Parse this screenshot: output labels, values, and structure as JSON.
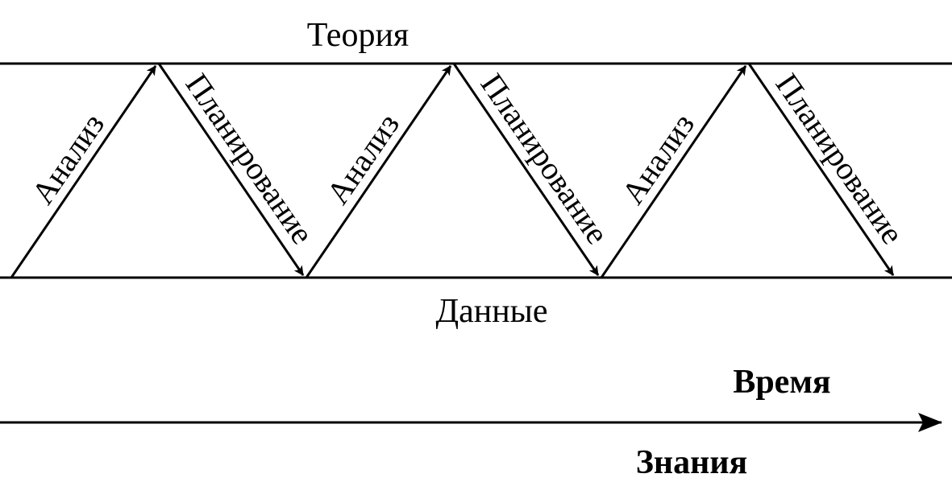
{
  "labels": {
    "top": "Теория",
    "bottom": "Данные",
    "time": "Время",
    "knowledge": "Знания"
  },
  "cycle_labels": {
    "up": "Анализ",
    "down": "Планирование"
  },
  "cycles": [
    {
      "up": "Анализ",
      "down": "Планирование"
    },
    {
      "up": "Анализ",
      "down": "Планирование"
    },
    {
      "up": "Анализ",
      "down": "Планирование"
    }
  ],
  "colors": {
    "line": "#000000",
    "background": "#ffffff"
  }
}
